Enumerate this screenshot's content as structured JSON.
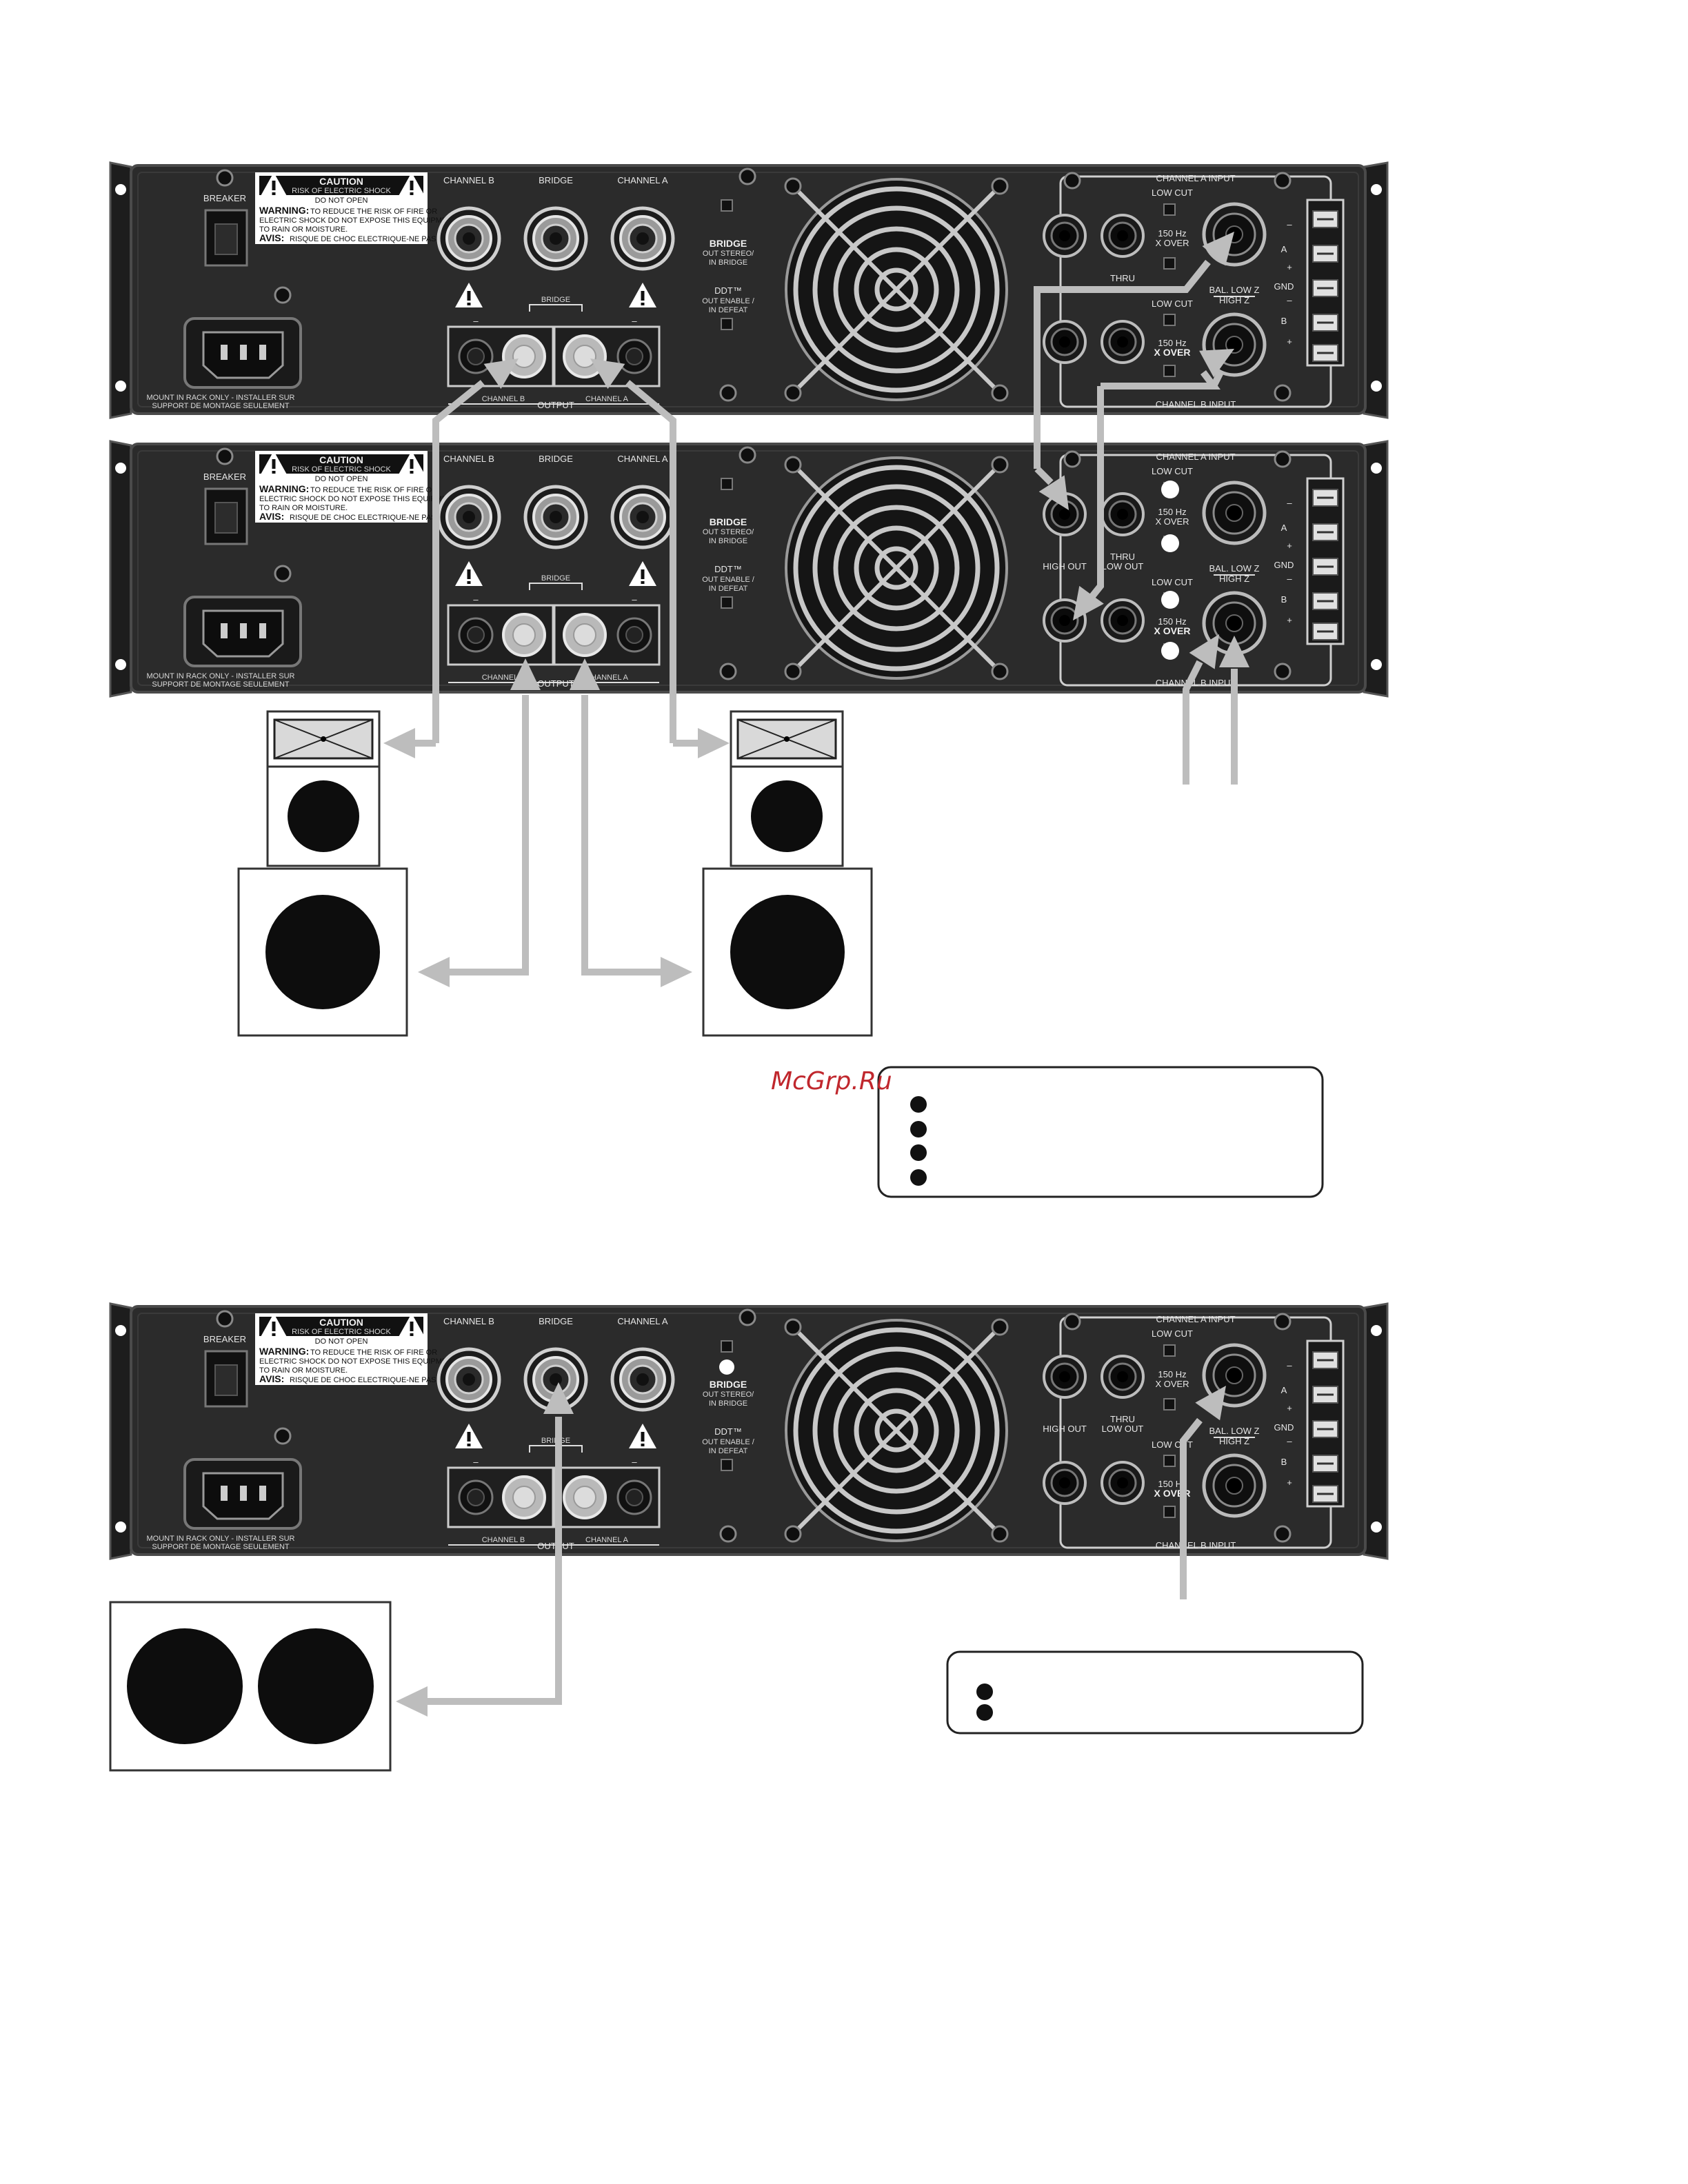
{
  "watermark": "McGrp.Ru",
  "amp_labels": {
    "breaker": "BREAKER",
    "caution": "CAUTION",
    "caution_sub1": "RISK OF ELECTRIC SHOCK",
    "caution_sub2": "DO NOT OPEN",
    "warning": "WARNING:",
    "warning_text1": "TO REDUCE THE RISK OF FIRE OR",
    "warning_text2": "ELECTRIC SHOCK DO NOT EXPOSE THIS EQUIPMENT",
    "warning_text3": "TO RAIN OR MOISTURE.",
    "avis": "AVIS:",
    "avis_text": "RISQUE DE CHOC ELECTRIQUE-NE PAS OUVRIR",
    "mount1": "MOUNT IN RACK ONLY - INSTALLER SUR",
    "mount2": "SUPPORT DE MONTAGE SEULEMENT",
    "channel_b": "CHANNEL B",
    "bridge": "BRIDGE",
    "channel_a": "CHANNEL A",
    "output": "OUTPUT",
    "bridge_sw1": "BRIDGE",
    "bridge_sw2": "OUT STEREO/",
    "bridge_sw3": "IN BRIDGE",
    "ddt1": "DDT™",
    "ddt2": "OUT ENABLE /",
    "ddt3": "IN DEFEAT",
    "channel_a_input": "CHANNEL A INPUT",
    "channel_b_input": "CHANNEL B INPUT",
    "low_cut": "LOW CUT",
    "hz150": "150 Hz",
    "xover": "X OVER",
    "thru": "THRU",
    "low_out": "LOW OUT",
    "high_out": "HIGH OUT",
    "bal1": "BAL. LOW Z",
    "bal2": "HIGH Z",
    "gnd": "GND",
    "a": "A",
    "b": "B",
    "plus": "+",
    "minus": "–"
  },
  "colors": {
    "panel": "#2b2b2b",
    "arrow": "#bdbdbd",
    "speaker_cone": "#0d0d0d"
  }
}
